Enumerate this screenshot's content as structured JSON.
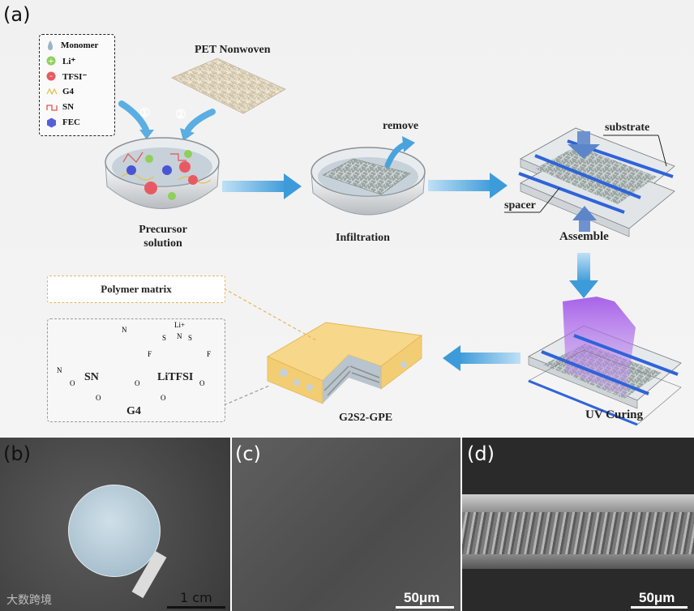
{
  "panels": {
    "a": "(a)",
    "b": "(b)",
    "c": "(c)",
    "d": "(d)"
  },
  "legend": [
    {
      "name": "Monomer",
      "icon": "monomer-drop-icon"
    },
    {
      "name": "Li⁺",
      "icon": "li-ion-icon"
    },
    {
      "name": "TFSI⁻",
      "icon": "tfsi-ion-icon"
    },
    {
      "name": "G4",
      "icon": "g4-chain-icon"
    },
    {
      "name": "SN",
      "icon": "sn-chain-icon"
    },
    {
      "name": "FEC",
      "icon": "fec-molecule-icon"
    }
  ],
  "labels": {
    "pet": "PET Nonwoven",
    "step1": "①",
    "step2": "②",
    "precursor_line1": "Precursor",
    "precursor_line2": "solution",
    "infiltration": "Infiltration",
    "remove": "remove",
    "substrate": "substrate",
    "spacer": "spacer",
    "assemble": "Assemble",
    "uv_curing": "UV Curing",
    "g2s2": "G2S2-GPE",
    "polymer_matrix": "Polymer matrix",
    "sn": "SN",
    "litfsi": "LiTFSI",
    "g4": "G4",
    "chem_li": "Li+",
    "chem_n": "N",
    "chem_o": "O",
    "chem_s": "S",
    "chem_f": "F"
  },
  "scale_bars": {
    "b": "1 cm",
    "c": "50μm",
    "d": "50μm"
  },
  "watermark": "大数跨境",
  "colors": {
    "arrow": "#4aa3dd",
    "polymer": "#f5d57e",
    "uv": "#a35be8",
    "glass_blue": "#2f63d8"
  }
}
